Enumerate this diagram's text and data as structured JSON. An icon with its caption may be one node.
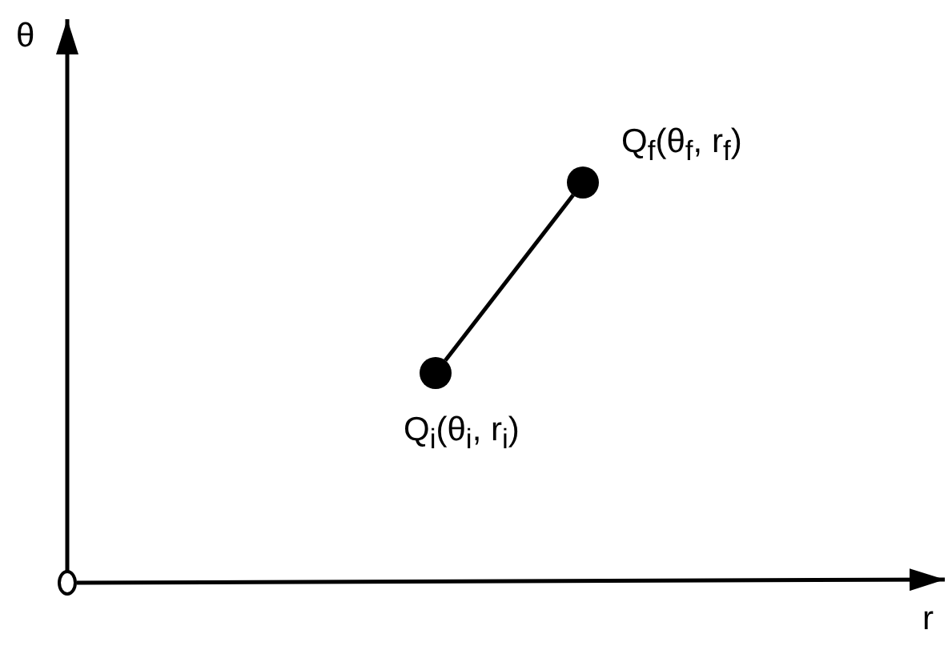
{
  "diagram": {
    "nodes": [
      {
        "text": [],
        "shape": "circle",
        "beside": [
          "Q$_{f}$(θ$_{f}$, r$_{f}$)"
        ]
      },
      {
        "text": [],
        "shape": "circle",
        "beside": [
          "Q$_{i}$(θ$_{i}$, r$_{i}$)"
        ]
      }
    ],
    "edges": [
      {
        "from": 1,
        "to": 0,
        "arrow": "none"
      }
    ],
    "labels": [
      "θ",
      "r"
    ]
  }
}
